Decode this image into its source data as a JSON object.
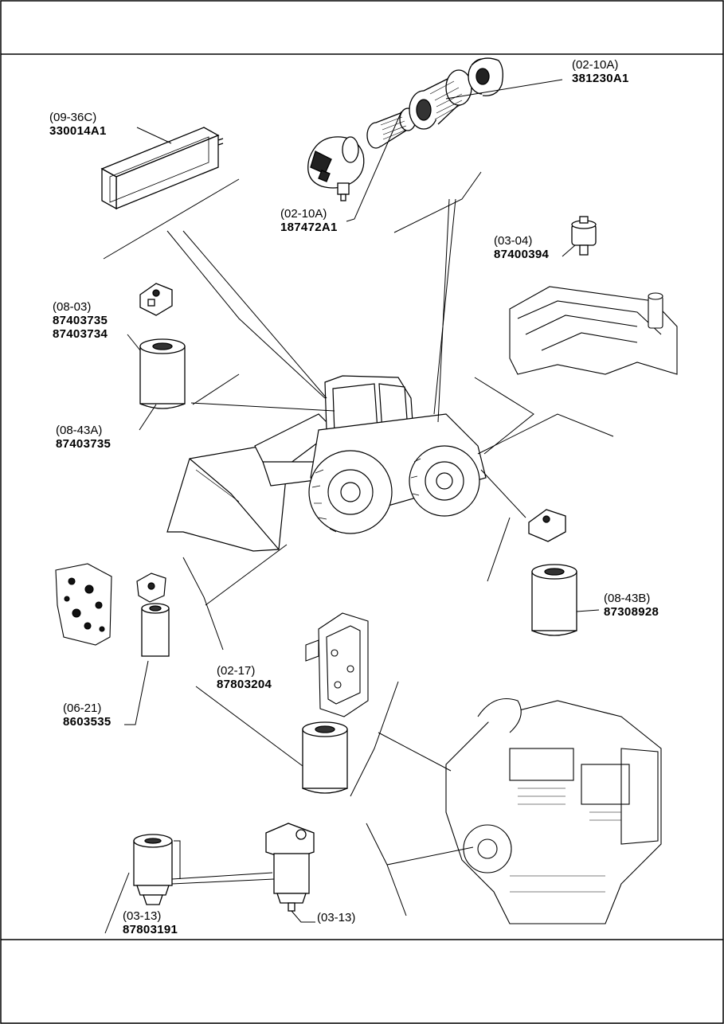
{
  "callouts": {
    "cabin_filter": {
      "ref": "(09-36C)",
      "part": "330014A1"
    },
    "air_filter_outer": {
      "ref": "(02-10A)",
      "part": "381230A1"
    },
    "air_filter_inner": {
      "ref": "(02-10A)",
      "part": "187472A1"
    },
    "fuel_prefilter": {
      "ref": "(03-04)",
      "part": "87400394"
    },
    "hydraulic_filter": {
      "ref": "(08-03)",
      "part": "87403735",
      "part2": "87403734"
    },
    "hydraulic_filter_a": {
      "ref": "(08-43A)",
      "part": "87403735"
    },
    "hydraulic_filter_b": {
      "ref": "(08-43B)",
      "part": "87308928"
    },
    "transmission_filter": {
      "ref": "(06-21)",
      "part": "8603535"
    },
    "engine_oil_filter": {
      "ref": "(02-17)",
      "part": "87803204"
    },
    "fuel_filter_main": {
      "ref": "(03-13)",
      "part": "87803191"
    },
    "fuel_filter_head": {
      "ref": "(03-13)"
    }
  }
}
